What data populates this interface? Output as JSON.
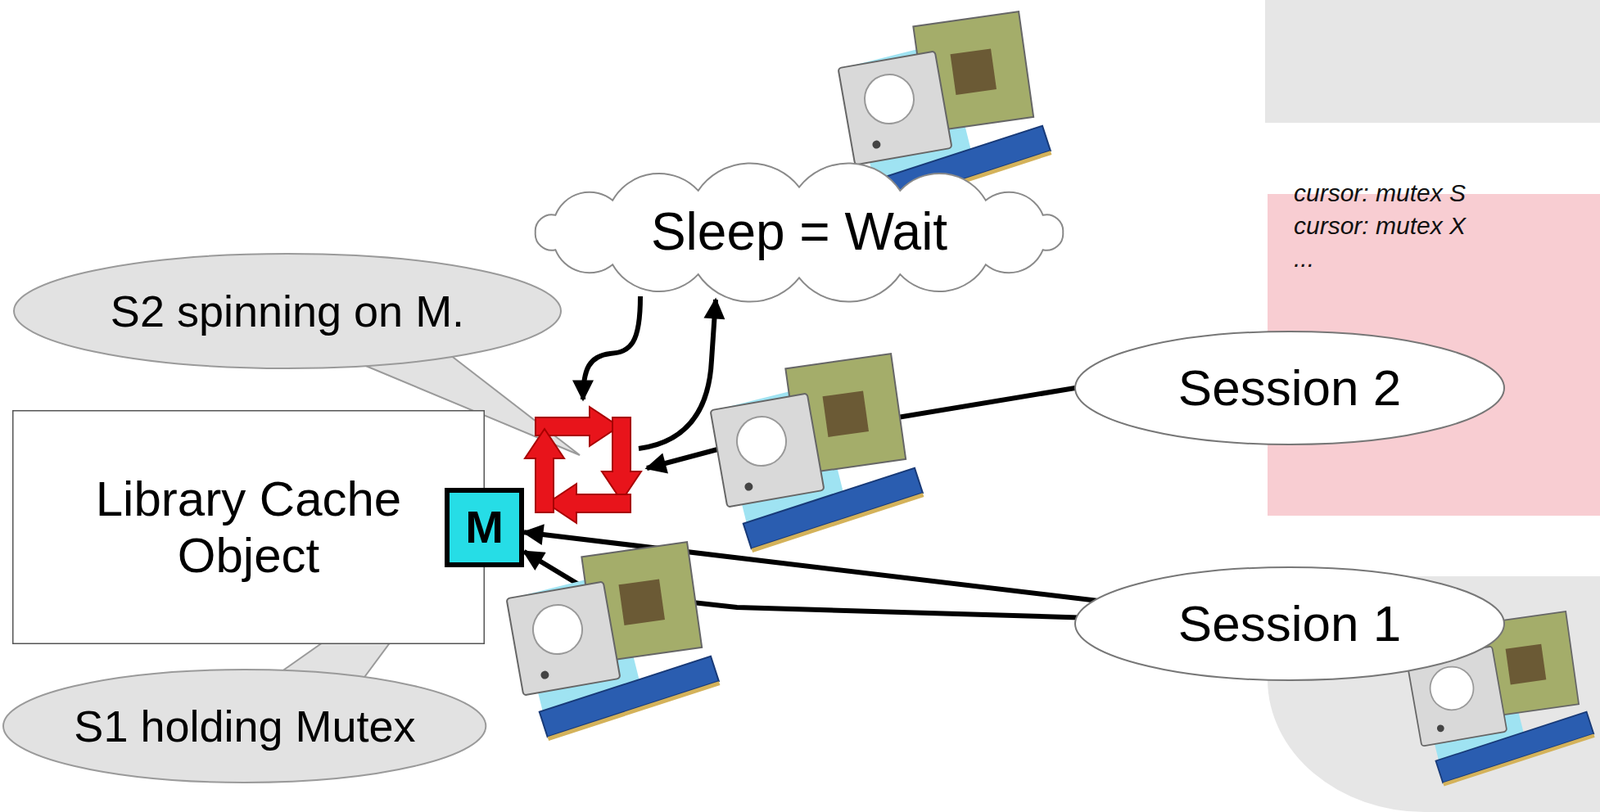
{
  "diagram": {
    "nodes": [
      {
        "text": [
          "Sleep = Wait"
        ]
      },
      {
        "text": [
          "S2 spinning on M."
        ]
      },
      {
        "text": [
          "Library Cache Object"
        ]
      },
      {
        "text": [
          "M"
        ]
      },
      {
        "text": [
          "Session 2"
        ]
      },
      {
        "text": [
          "Session 1"
        ]
      },
      {
        "text": [
          "S1 holding Mutex"
        ]
      }
    ],
    "edges": [
      {
        "from": 5,
        "to": 3,
        "arrow": "to"
      },
      {
        "from": 5,
        "to": 3,
        "arrow": "to"
      }
    ],
    "labels": [
      "cursor: mutex S",
      "cursor: mutex X",
      "..."
    ]
  }
}
